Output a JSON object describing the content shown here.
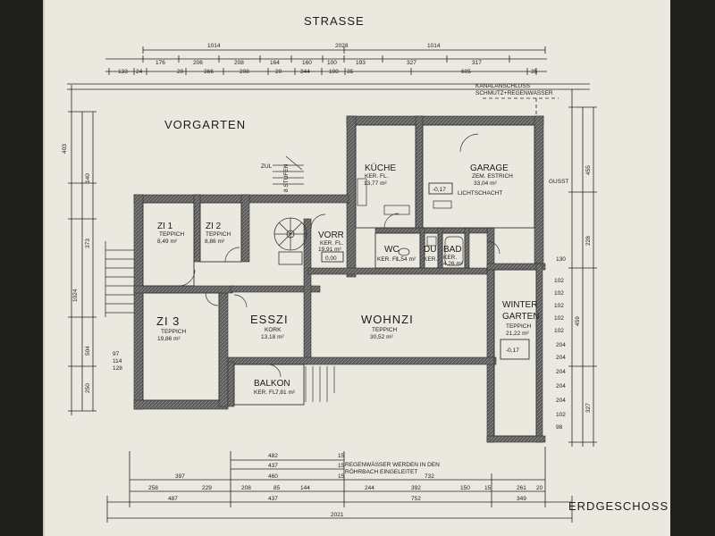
{
  "plan": {
    "street": "STRASSE",
    "front_yard": "VORGARTEN",
    "floor_name": "ERDGESCHOSS",
    "rain_note_line1": "REGENWÄSSER WERDEN IN DEN",
    "rain_note_line2": "RÖHRBACH EINGELEITET",
    "sewer_note_line1": "KANALANSCHLUSS",
    "sewer_note_line2": "SCHMUTZ+REGENWASSER",
    "rooms": [
      {
        "key": "zi1",
        "name": "ZI 1",
        "floor": "TEPPICH",
        "area": "8,49 m²"
      },
      {
        "key": "zi2",
        "name": "ZI 2",
        "floor": "TEPPICH",
        "area": "8,86 m²"
      },
      {
        "key": "zi3",
        "name": "ZI 3",
        "floor": "TEPPICH",
        "area": "19,86 m²"
      },
      {
        "key": "vorr",
        "name": "VORR",
        "floor": "KER. FL.",
        "area": "19,91 m²"
      },
      {
        "key": "kueche",
        "name": "KÜCHE",
        "floor": "KER. FL.",
        "area": "13,77 m²"
      },
      {
        "key": "garage",
        "name": "GARAGE",
        "floor": "ZEM. ESTRICH",
        "area": "33,04 m²"
      },
      {
        "key": "wc",
        "name": "WC",
        "floor": "KER. FL.",
        "area": "1,54 m²"
      },
      {
        "key": "du",
        "name": "DU",
        "floor": "KER.",
        "area": ""
      },
      {
        "key": "bad",
        "name": "BAD",
        "floor": "KER.",
        "area": "4,26 m²"
      },
      {
        "key": "esszi",
        "name": "ESSZI",
        "floor": "KORK",
        "area": "13,18 m²"
      },
      {
        "key": "wohnzi",
        "name": "WOHNZI",
        "floor": "TEPPICH",
        "area": "30,52 m²"
      },
      {
        "key": "winter",
        "name": "WINTER",
        "name2": "GARTEN",
        "floor": "TEPPICH",
        "area": "21,22 m²"
      },
      {
        "key": "balkon",
        "name": "BALKON",
        "floor": "KER. FL.",
        "area": "7,81 m²"
      }
    ],
    "level_marks": [
      "-0,17",
      "-0,17"
    ],
    "misc_labels": {
      "zul": "ZUL",
      "stufen": "8 STUFEN",
      "lichtschacht": "LICHTSCHACHT",
      "vorr_box": "0,00",
      "guss": "GUSST"
    },
    "top_dims": {
      "row1": [
        "1014",
        "2028",
        "1014"
      ],
      "row2": [
        "176",
        "206",
        "208",
        "164",
        "160",
        "100",
        "193",
        "327",
        "317"
      ],
      "row3": [
        "133",
        "24",
        "20",
        "366",
        "208",
        "20",
        "344",
        "100",
        "35",
        "605",
        "35"
      ]
    },
    "bottom_dims": {
      "row1": [
        "482",
        "15"
      ],
      "row2": [
        "437",
        "15"
      ],
      "row3": [
        "397",
        "460",
        "15",
        "732"
      ],
      "row4": [
        "258",
        "229",
        "208",
        "85",
        "144",
        "244",
        "392",
        "150",
        "15",
        "261",
        "20"
      ],
      "row5": [
        "487",
        "437",
        "752",
        "349"
      ],
      "total": "2021"
    },
    "left_dims": [
      "403",
      "140",
      "373",
      "1024",
      "504",
      "250",
      "97",
      "114",
      "128"
    ],
    "right_dims": [
      "455",
      "228",
      "327",
      "459",
      "102",
      "102",
      "102",
      "102",
      "102",
      "204",
      "204",
      "204",
      "204",
      "204",
      "102",
      "98",
      "130"
    ]
  }
}
